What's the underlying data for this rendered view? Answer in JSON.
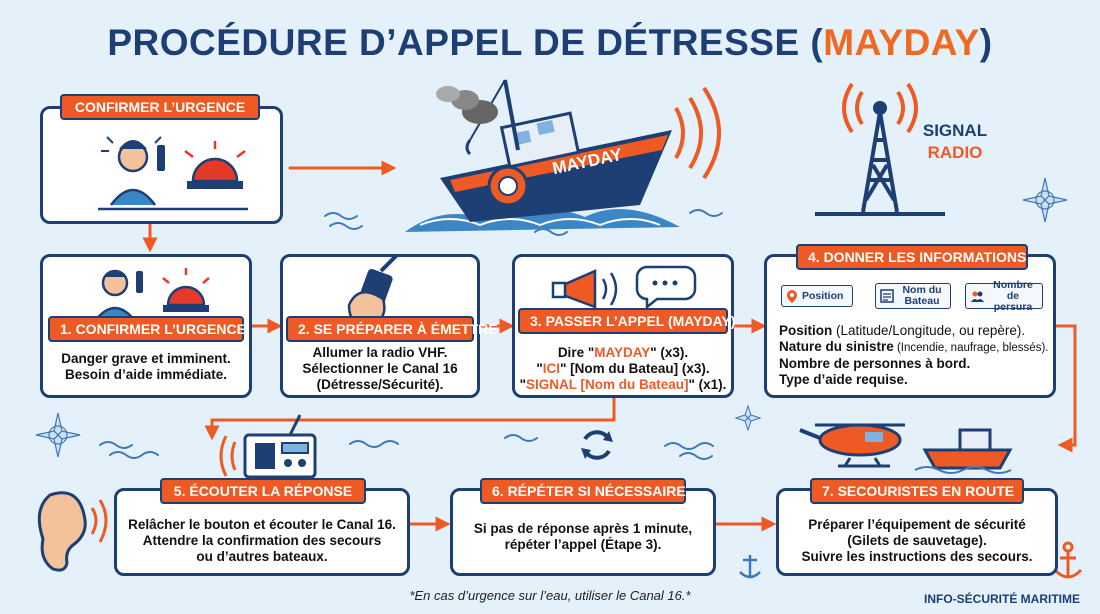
{
  "title": {
    "main": "PROCÉDURE D’APPEL DE DÉTRESSE (",
    "accent": "MAYDAY",
    "close": ")"
  },
  "boat": {
    "label": "MAYDAY"
  },
  "signal": {
    "line1": "SIGNAL",
    "line2": "RADIO"
  },
  "card0": {
    "badge": "CONFIRMER L’URGENCE"
  },
  "card1": {
    "badge": "1. CONFIRMER L’URGENCE",
    "lines": [
      "Danger grave et imminent.",
      "Besoin d’aide immédiate."
    ]
  },
  "card2": {
    "badge": "2. SE PRÉPARER À ÉMETTRE",
    "lines": [
      "Allumer la radio VHF.",
      "Sélectionner le Canal 16",
      "(Détresse/Sécurité)."
    ]
  },
  "card3": {
    "badge": "3. PASSER L’APPEL (MAYDAY)",
    "l1a": "Dire \"",
    "l1b": "MAYDAY",
    "l1c": "\" (x3).",
    "l2a": "\"",
    "l2b": "ICI",
    "l2c": "\" [Nom du Bateau] (x3).",
    "l3a": "\"",
    "l3b": "SIGNAL [Nom du Bateau]",
    "l3c": "\" (x1)."
  },
  "card4": {
    "badge": "4. DONNER LES INFORMATIONS",
    "chips": {
      "position": "Position",
      "name_l1": "Nom du",
      "name_l2": "Bateau",
      "persons_l1": "Nombre",
      "persons_l2": "de persura"
    },
    "l1a": "Position",
    "l1b": " (Latitude/Longitude, ou repère).",
    "l2a": "Nature du sinistre",
    "l2b": " (Incendie, naufrage, blessés).",
    "l3": "Nombre de personnes à bord.",
    "l4": "Type d’aide requise."
  },
  "card5": {
    "badge": "5. ÉCOUTER LA RÉPONSE",
    "lines": [
      "Relâcher le bouton et écouter le Canal 16.",
      "Attendre la confirmation des secours",
      "ou d’autres bateaux."
    ]
  },
  "card6": {
    "badge": "6. RÉPÉTER SI NÉCESSAIRE",
    "lines": [
      "Si pas de réponse après 1 minute,",
      "répéter l’appel (Étape 3)."
    ]
  },
  "card7": {
    "badge": "7. SECOURISTES EN ROUTE",
    "lines": [
      "Préparer l’équipement de sécurité",
      "(Gilets de sauvetage).",
      "Suivre les instructions des secours."
    ]
  },
  "footer": {
    "note": "*En cas d’urgence sur l’eau, utiliser le Canal 16.*",
    "brand": "INFO-SÉCURITÉ MARITIME"
  },
  "colors": {
    "navy": "#1d3f73",
    "orange": "#ee5a24",
    "background": "#e4f0fa"
  }
}
